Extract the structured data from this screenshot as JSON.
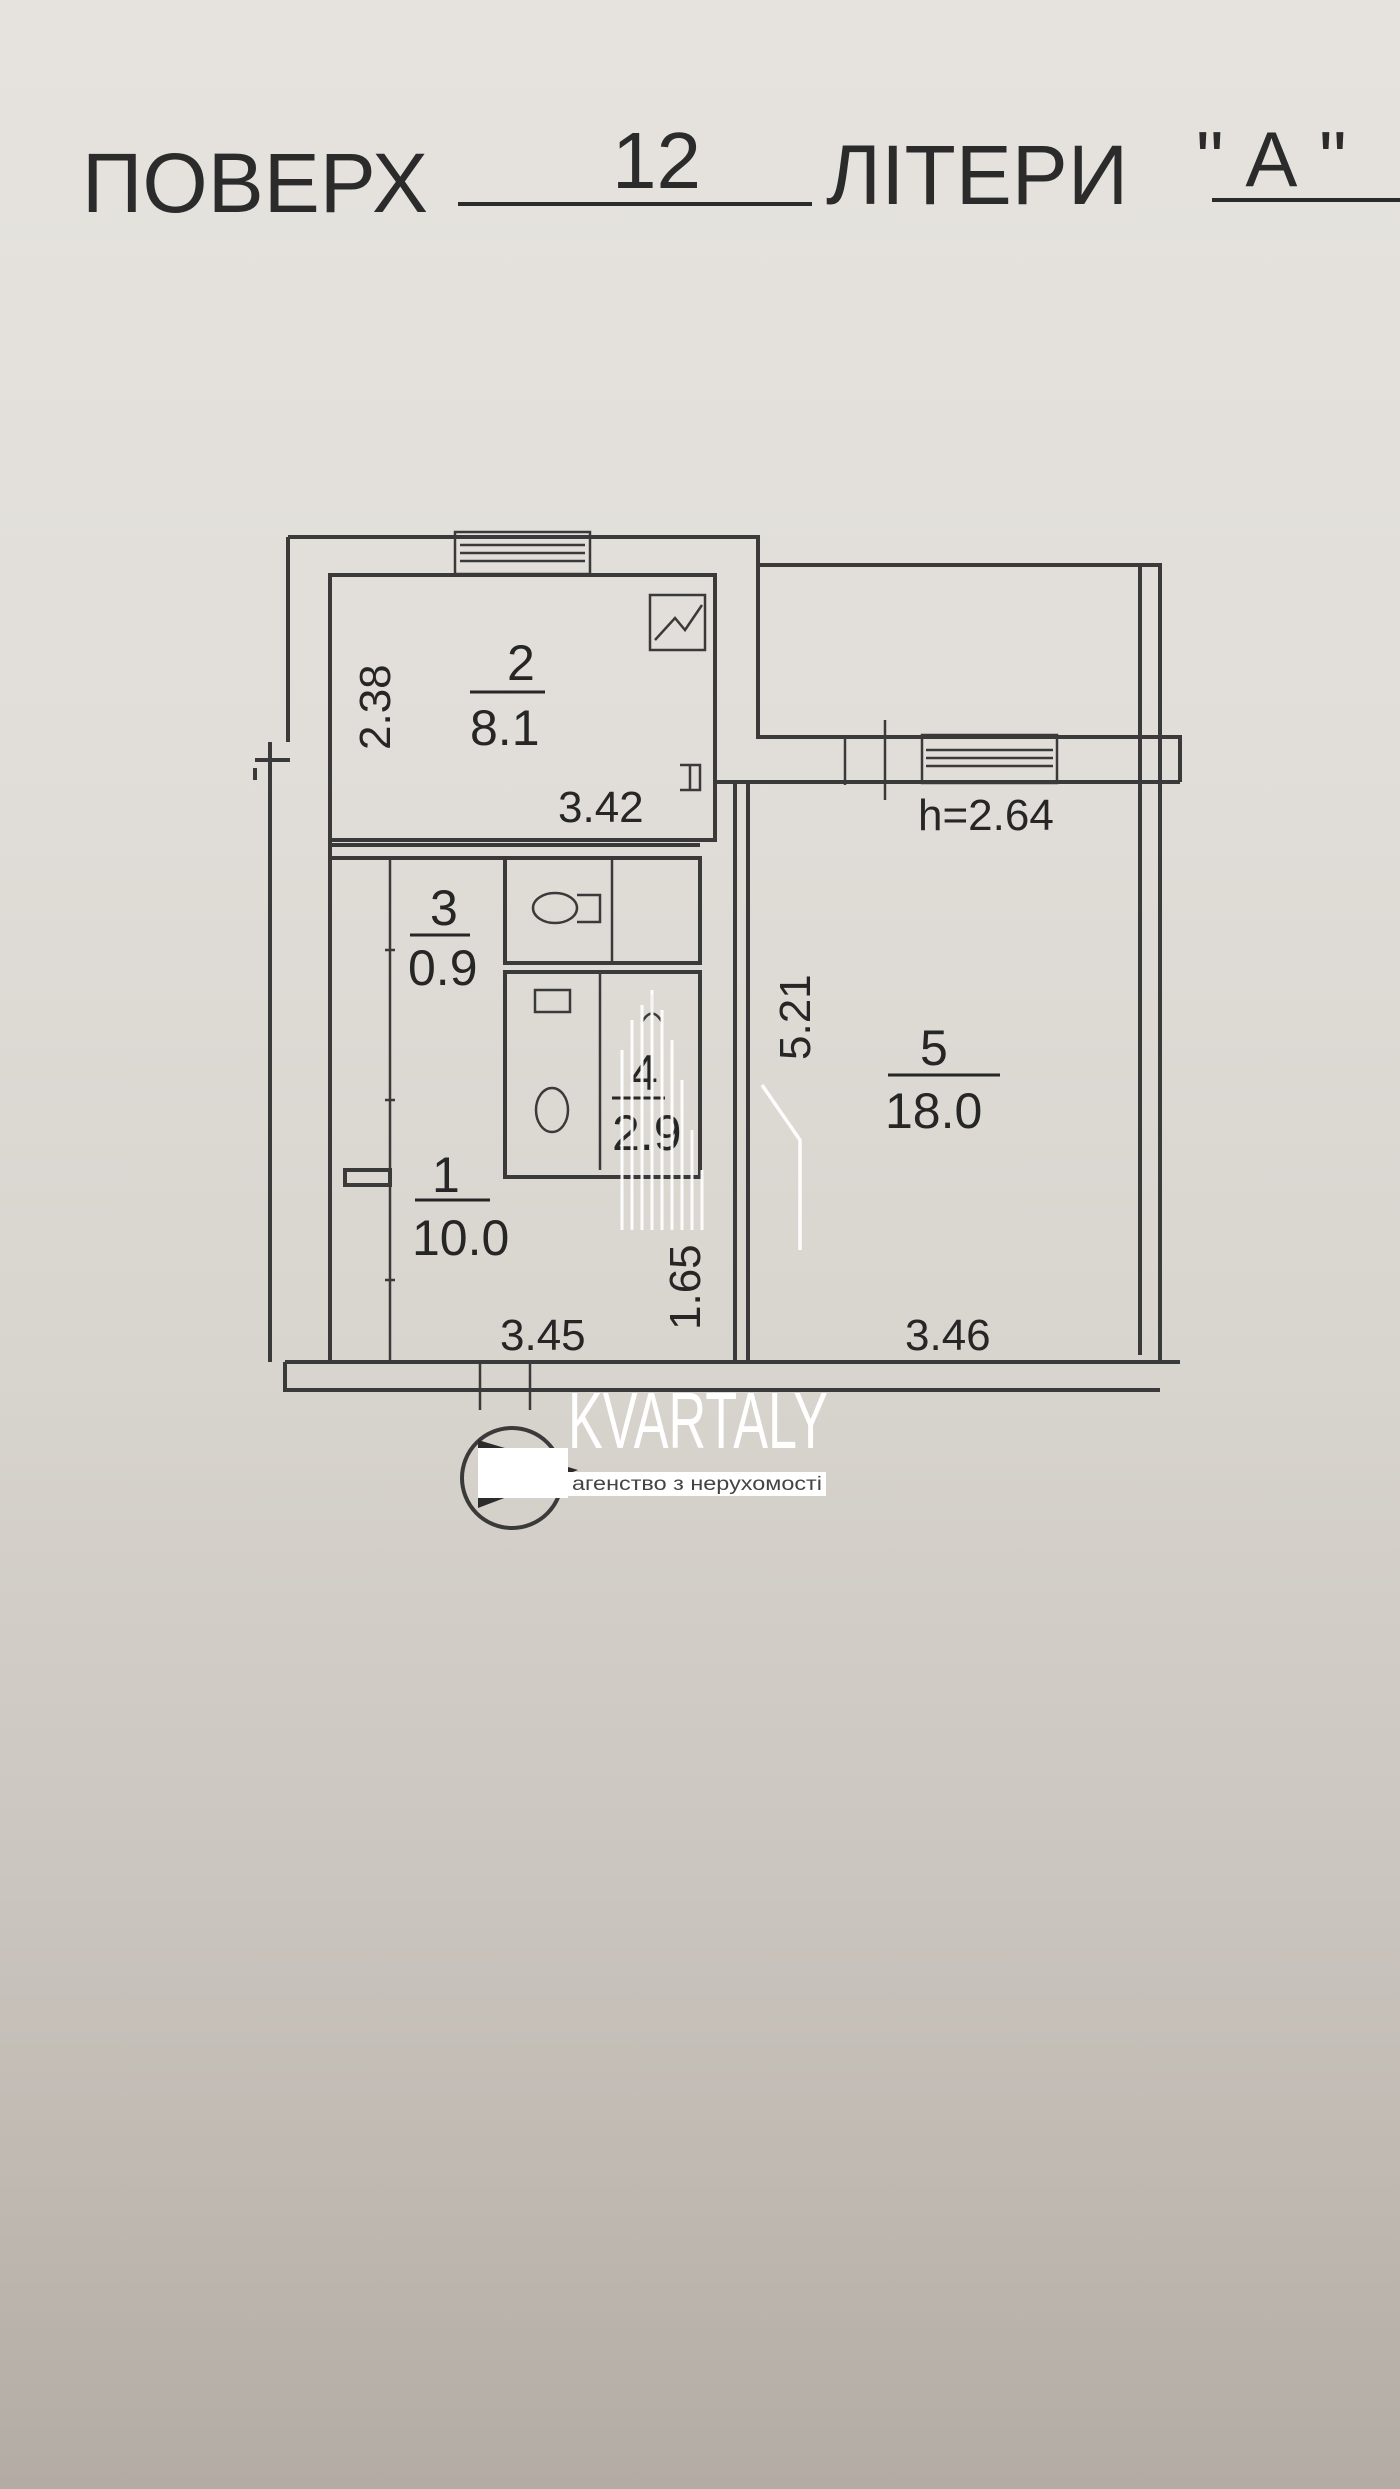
{
  "header": {
    "floor_label": "ПОВЕРХ",
    "floor_value": "12",
    "letter_label": "ЛІТЕРИ",
    "letter_value": "\" А \""
  },
  "rooms": [
    {
      "number": "1",
      "area": "10.0"
    },
    {
      "number": "2",
      "area": "8.1"
    },
    {
      "number": "3",
      "area": "0.9"
    },
    {
      "number": "4",
      "area": "2.9"
    },
    {
      "number": "5",
      "area": "18.0"
    }
  ],
  "dimensions": {
    "kitchen_height": "2.38",
    "kitchen_width": "3.42",
    "ceiling_height": "h=2.64",
    "room_length": "5.21",
    "hall_width": "3.45",
    "hall_depth": "1.65",
    "room_width": "3.46"
  },
  "watermark": {
    "brand": "KVARTALY",
    "tagline": "агенство з нерухомості"
  },
  "colors": {
    "paper": "#e3e0db",
    "ink": "#2b2b2b",
    "watermark": "#ffffff"
  }
}
